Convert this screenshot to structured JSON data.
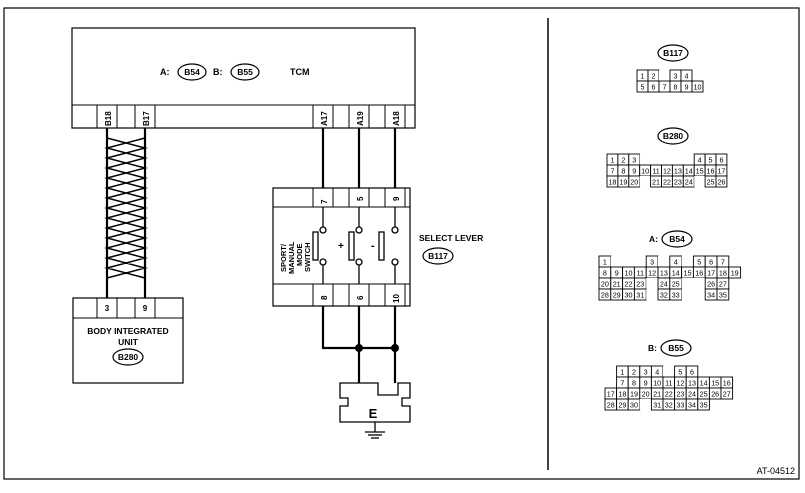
{
  "tcm": {
    "a_prefix": "A:",
    "a_connector": "B54",
    "b_prefix": "B:",
    "b_connector": "B55",
    "label": "TCM",
    "pins": [
      "B18",
      "B17",
      "A17",
      "A19",
      "A18"
    ]
  },
  "body_unit": {
    "label_line1": "BODY INTEGRATED",
    "label_line2": "UNIT",
    "connector": "B280",
    "pins": [
      "3",
      "9"
    ]
  },
  "select_lever": {
    "top_pins": [
      "7",
      "5",
      "9"
    ],
    "bottom_pins": [
      "8",
      "6",
      "10"
    ],
    "switch_label_lines": [
      "SPORT/",
      "MANUAL",
      "MODE",
      "SWITCH"
    ],
    "plus_symbol": "+",
    "minus_symbol": "-",
    "label": "SELECT LEVER",
    "connector": "B117"
  },
  "ground": {
    "label": "E"
  },
  "connector_views": {
    "b117": {
      "title": "B117",
      "rows": [
        [
          "1",
          "2",
          "",
          "3",
          "4"
        ],
        [
          "5",
          "6",
          "7",
          "8",
          "9",
          "10"
        ]
      ]
    },
    "b280": {
      "title": "B280",
      "rows": [
        [
          "1",
          "2",
          "3",
          "",
          "",
          "",
          "",
          "",
          "4",
          "5",
          "6"
        ],
        [
          "7",
          "8",
          "9",
          "10",
          "11",
          "12",
          "13",
          "14",
          "15",
          "16",
          "17"
        ],
        [
          "18",
          "19",
          "20",
          "",
          "21",
          "22",
          "23",
          "24",
          "",
          "25",
          "26"
        ]
      ]
    },
    "b54": {
      "prefix": "A:",
      "title": "B54",
      "rows": [
        [
          "1",
          "",
          "",
          "",
          "3",
          "",
          "4",
          "",
          "5",
          "6",
          "7"
        ],
        [
          "8",
          "9",
          "10",
          "11",
          "12",
          "13",
          "14",
          "15",
          "16",
          "17",
          "18",
          "19"
        ],
        [
          "20",
          "21",
          "22",
          "23",
          "",
          "24",
          "25",
          "",
          "",
          "26",
          "27"
        ],
        [
          "28",
          "29",
          "30",
          "31",
          "",
          "32",
          "33",
          "",
          "",
          "34",
          "35"
        ]
      ]
    },
    "b55": {
      "prefix": "B:",
      "title": "B55",
      "rows": [
        [
          "1",
          "2",
          "3",
          "4",
          "",
          "5",
          "6"
        ],
        [
          "7",
          "8",
          "9",
          "10",
          "11",
          "12",
          "13",
          "14",
          "15",
          "16"
        ],
        [
          "17",
          "18",
          "19",
          "20",
          "21",
          "22",
          "23",
          "24",
          "25",
          "26",
          "27"
        ],
        [
          "28",
          "29",
          "30",
          "",
          "31",
          "32",
          "33",
          "34",
          "35"
        ]
      ]
    }
  },
  "figure_id": "AT-04512"
}
